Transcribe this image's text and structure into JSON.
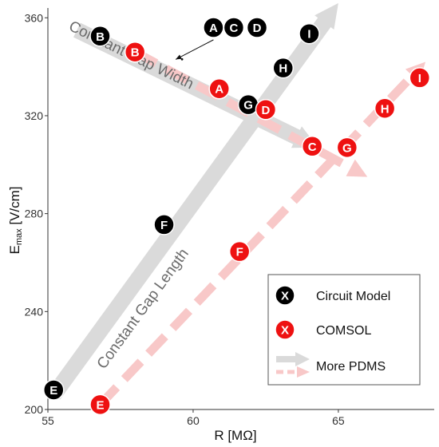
{
  "chart_data": {
    "type": "scatter",
    "xlabel": "R [MΩ]",
    "ylabel": {
      "main": "E",
      "sub": "max",
      "rest": " [V/cm]"
    },
    "xlim": [
      55,
      68.3
    ],
    "ylim": [
      200,
      364
    ],
    "xticks": [
      55,
      60,
      65
    ],
    "yticks": [
      200,
      240,
      280,
      320,
      360
    ],
    "grid": false,
    "legend_position": "bottom-right",
    "series": [
      {
        "name": "Circuit Model",
        "color": "#000000",
        "points": [
          {
            "label": "A",
            "x": 60.7,
            "y": 356
          },
          {
            "label": "B",
            "x": 56.8,
            "y": 352.5
          },
          {
            "label": "C",
            "x": 61.4,
            "y": 356
          },
          {
            "label": "D",
            "x": 62.2,
            "y": 356
          },
          {
            "label": "E",
            "x": 55.2,
            "y": 208
          },
          {
            "label": "F",
            "x": 59.0,
            "y": 275.5
          },
          {
            "label": "G",
            "x": 61.9,
            "y": 324.5
          },
          {
            "label": "H",
            "x": 63.1,
            "y": 339.5
          },
          {
            "label": "I",
            "x": 64.0,
            "y": 353.5
          }
        ]
      },
      {
        "name": "COMSOL",
        "color": "#ee1111",
        "points": [
          {
            "label": "A",
            "x": 60.9,
            "y": 331
          },
          {
            "label": "B",
            "x": 58.0,
            "y": 346
          },
          {
            "label": "C",
            "x": 64.1,
            "y": 307.5
          },
          {
            "label": "D",
            "x": 62.5,
            "y": 322.5
          },
          {
            "label": "E",
            "x": 56.8,
            "y": 202
          },
          {
            "label": "F",
            "x": 61.6,
            "y": 264.5
          },
          {
            "label": "G",
            "x": 65.3,
            "y": 307
          },
          {
            "label": "H",
            "x": 66.6,
            "y": 323
          },
          {
            "label": "I",
            "x": 67.8,
            "y": 335.5
          }
        ]
      }
    ],
    "arrows": [
      {
        "style": "solid-gray",
        "from": {
          "x": 55.2,
          "y": 206
        },
        "to": {
          "x": 65.0,
          "y": 366
        }
      },
      {
        "style": "solid-gray",
        "from": {
          "x": 56.0,
          "y": 355
        },
        "to": {
          "x": 64.3,
          "y": 307
        }
      },
      {
        "style": "dashed-pink",
        "from": {
          "x": 56.8,
          "y": 202
        },
        "to": {
          "x": 68.0,
          "y": 342
        }
      },
      {
        "style": "dashed-pink",
        "from": {
          "x": 58.0,
          "y": 346
        },
        "to": {
          "x": 66.0,
          "y": 295
        }
      }
    ],
    "annotations": [
      {
        "id": "width",
        "text": "Constant Gap Width",
        "x": 57.8,
        "y": 343,
        "angle_from": {
          "x": 56.0,
          "y": 355
        },
        "angle_to": {
          "x": 64.3,
          "y": 307
        }
      },
      {
        "id": "length",
        "text": "Constant Gap Length",
        "x": 58.4,
        "y": 240,
        "angle_from": {
          "x": 55.2,
          "y": 206
        },
        "angle_to": {
          "x": 65.0,
          "y": 366
        }
      }
    ],
    "pointer": {
      "from": {
        "x": 60.7,
        "y": 351
      },
      "to": {
        "x": 59.4,
        "y": 343
      }
    },
    "legend": [
      {
        "symbol": "X",
        "kind": "black-circle",
        "label": "Circuit Model"
      },
      {
        "symbol": "X",
        "kind": "red-circle",
        "label": "COMSOL"
      },
      {
        "symbol": "",
        "kind": "arrow-gray",
        "label": "More PDMS"
      },
      {
        "symbol": "",
        "kind": "arrow-pink",
        "label": ""
      }
    ],
    "colors": {
      "arrow_gray": "#dadada",
      "arrow_pink": "#f8c8c8",
      "legend_border": "#555555"
    }
  }
}
